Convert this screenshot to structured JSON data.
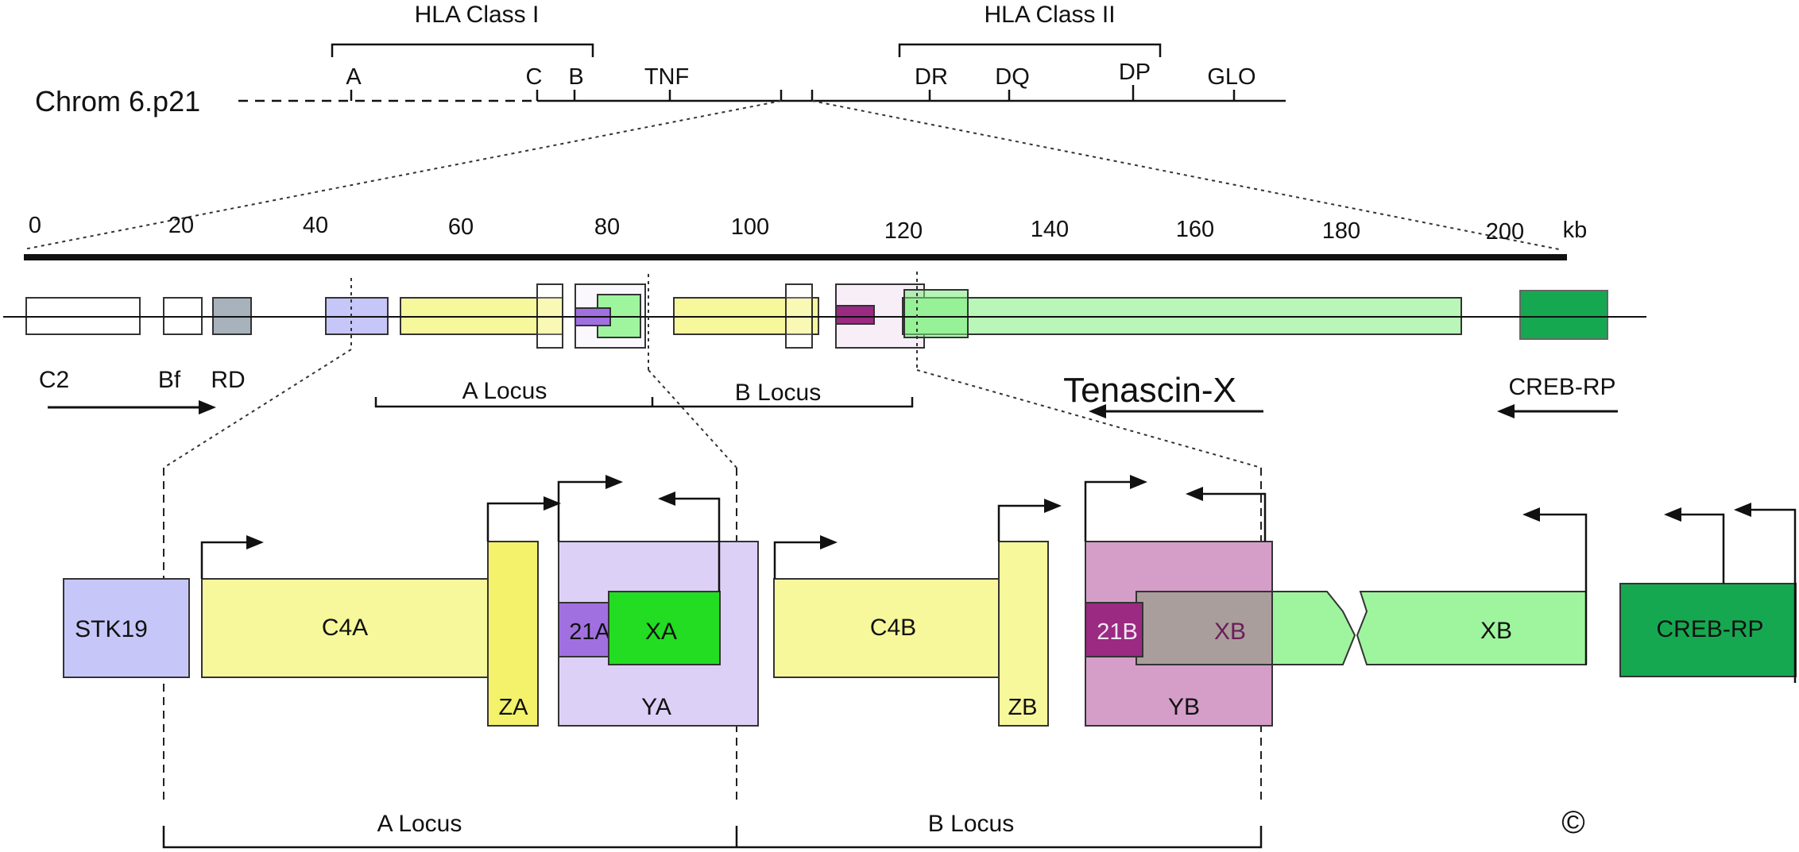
{
  "chromosome": {
    "label": "Chrom 6.p21",
    "class_i_label": "HLA Class I",
    "class_ii_label": "HLA Class II",
    "markers": [
      "A",
      "C",
      "B",
      "TNF",
      "DR",
      "DQ",
      "DP",
      "GLO"
    ]
  },
  "scale": {
    "ticks": [
      "0",
      "20",
      "40",
      "60",
      "80",
      "100",
      "120",
      "140",
      "160",
      "180",
      "200"
    ],
    "unit": "kb"
  },
  "overview": {
    "gene_labels": [
      "C2",
      "Bf",
      "RD"
    ],
    "locus_a": "A Locus",
    "locus_b": "B Locus",
    "tenascin": "Tenascin-X",
    "creb": "CREB-RP"
  },
  "detail": {
    "stk19": "STK19",
    "c4a": "C4A",
    "za": "ZA",
    "a21": "21A",
    "xa": "XA",
    "ya": "YA",
    "c4b": "C4B",
    "zb": "ZB",
    "b21": "21B",
    "xb_inner": "XB",
    "yb": "YB",
    "xb": "XB",
    "creb": "CREB-RP",
    "locus_a": "A Locus",
    "locus_b": "B Locus",
    "copyright": "©"
  },
  "colors": {
    "stk19": "#c7c6f8",
    "c4": "#f7f79c",
    "z": "#f3f26a",
    "ya": "#ddd0f7",
    "a21": "#a070e0",
    "xa": "#22dd22",
    "yb": "#d49ec8",
    "b21": "#9a2a82",
    "xb_grey": "#a99e9b",
    "xb": "#9ef59e",
    "creb": "#16a850",
    "rd": "#a8b2bc"
  }
}
